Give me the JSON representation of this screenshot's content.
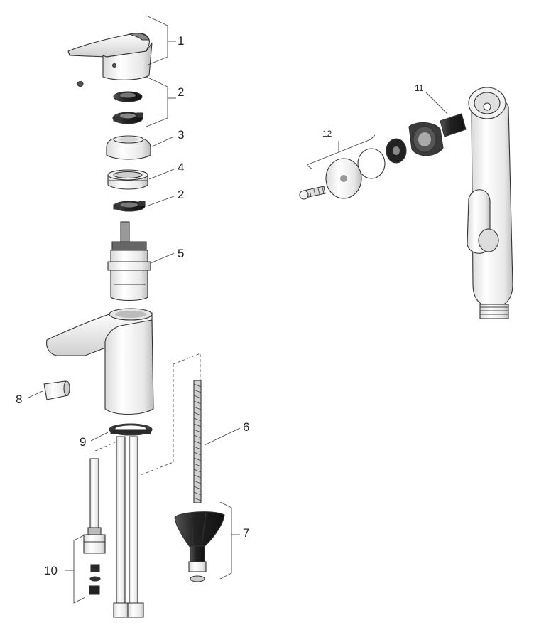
{
  "labels": {
    "l1": "1",
    "l2a": "2",
    "l3": "3",
    "l4": "4",
    "l2b": "2",
    "l5": "5",
    "l6": "6",
    "l7": "7",
    "l8": "8",
    "l9": "9",
    "l10": "10",
    "l11": "11",
    "l12": "12"
  },
  "colors": {
    "chrome": "#f4f4f4",
    "shadow": "#c9c9c9",
    "dark": "#2a2a2a",
    "line": "#333333"
  }
}
